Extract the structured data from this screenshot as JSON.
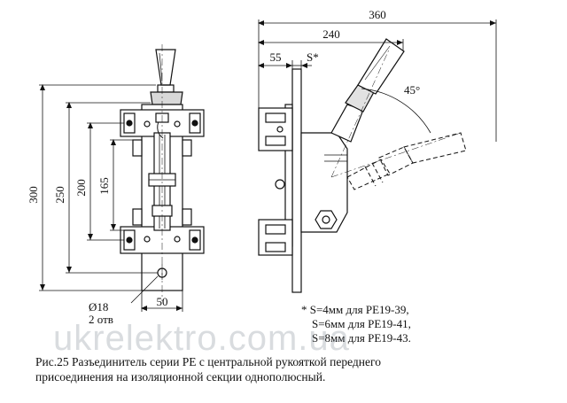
{
  "dimensions": {
    "d300": "300",
    "d250": "250",
    "d200": "200",
    "d165": "165",
    "d360": "360",
    "d240": "240",
    "d55": "55",
    "dS": "S*",
    "d50": "50",
    "angle": "45°",
    "hole_dia": "Ø18",
    "hole_count": "2 отв"
  },
  "notes": {
    "line1": "* S=4мм для РЕ19-39,",
    "line2": "S=6мм для РЕ19-41,",
    "line3": "S=8мм для РЕ19-43."
  },
  "caption": {
    "line1": "Рис.25 Разъединитель серии РЕ с центральной рукояткой переднего",
    "line2": "присоединения на изоляционной секции однополюсный."
  },
  "watermark": "ukrelektro.com.ua"
}
